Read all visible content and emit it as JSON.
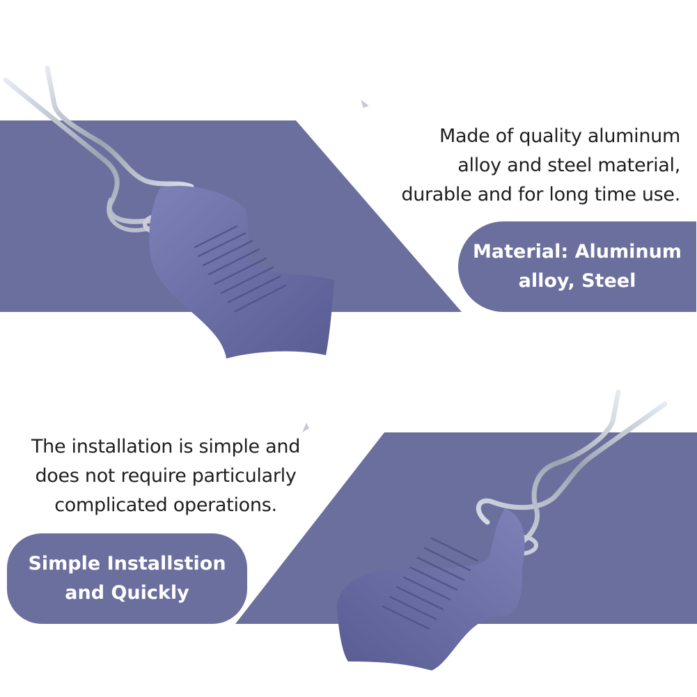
{
  "colors": {
    "band": "#6b6f9e",
    "pill": "#6b6f9e",
    "tag": "#6a6fa7",
    "text": "#1d1d1d"
  },
  "section_top": {
    "description": [
      "Made of quality aluminum",
      "alloy and steel material,",
      "durable and for long time use."
    ],
    "badge": [
      "Material: Aluminum",
      "alloy, Steel"
    ]
  },
  "section_bottom": {
    "description": [
      "The installation is simple and",
      "does not require particularly",
      "complicated operations."
    ],
    "badge": [
      "Simple Installstion",
      "and Quickly"
    ]
  },
  "icons": [
    "body-clip-pin-icon",
    "rubber-tag-icon"
  ]
}
